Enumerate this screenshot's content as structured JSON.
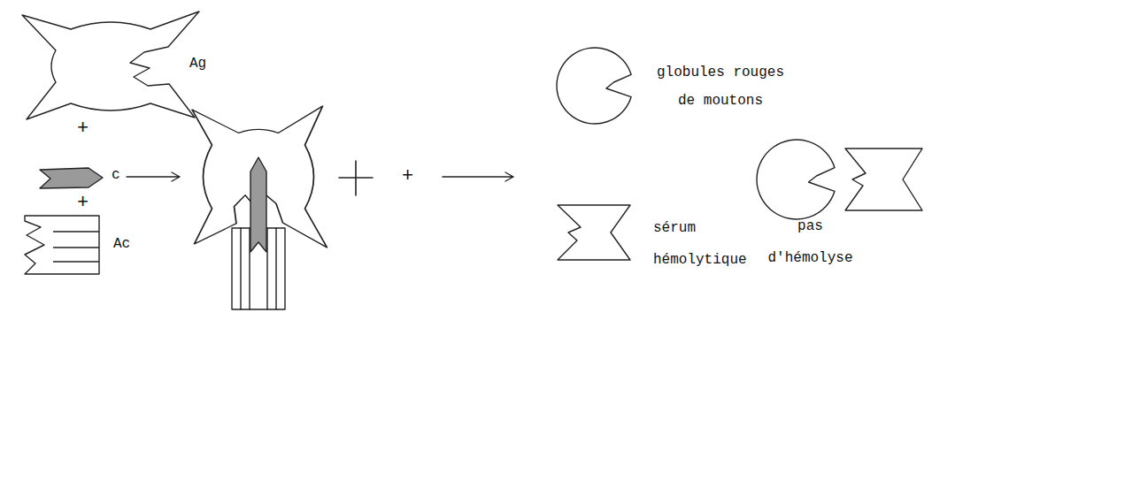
{
  "diagram": {
    "nodes": [
      {
        "text": [
          "Ag"
        ]
      },
      {
        "text": [
          "c"
        ]
      },
      {
        "text": [
          "Ac"
        ]
      },
      {
        "text": [
          "globules rouges de moutons"
        ]
      },
      {
        "text": [
          "sérum hémolytique"
        ]
      },
      {
        "text": [
          "pas d'hémolyse"
        ]
      }
    ],
    "labels": [
      "+",
      "+",
      "+"
    ]
  }
}
